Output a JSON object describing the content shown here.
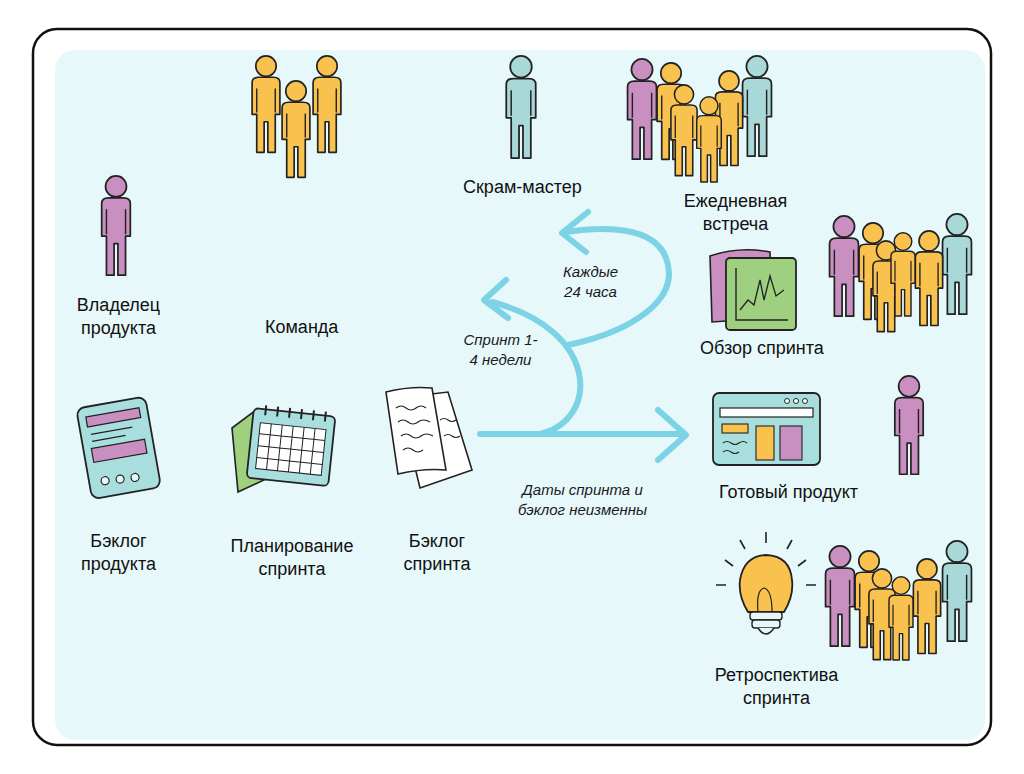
{
  "diagram": {
    "labels": [
      "Скрам-мастер",
      "Ежедневная встреча",
      "Каждые 24 часа",
      "Владелец продукта",
      "Команда",
      "Обзор спринта",
      "Спринт 1-4 недели",
      "Готовый продукт",
      "Даты спринта и бэклог неизменны",
      "Бэклог продукта",
      "Планирование спринта",
      "Бэклог спринта",
      "Ретроспектива спринта"
    ]
  }
}
